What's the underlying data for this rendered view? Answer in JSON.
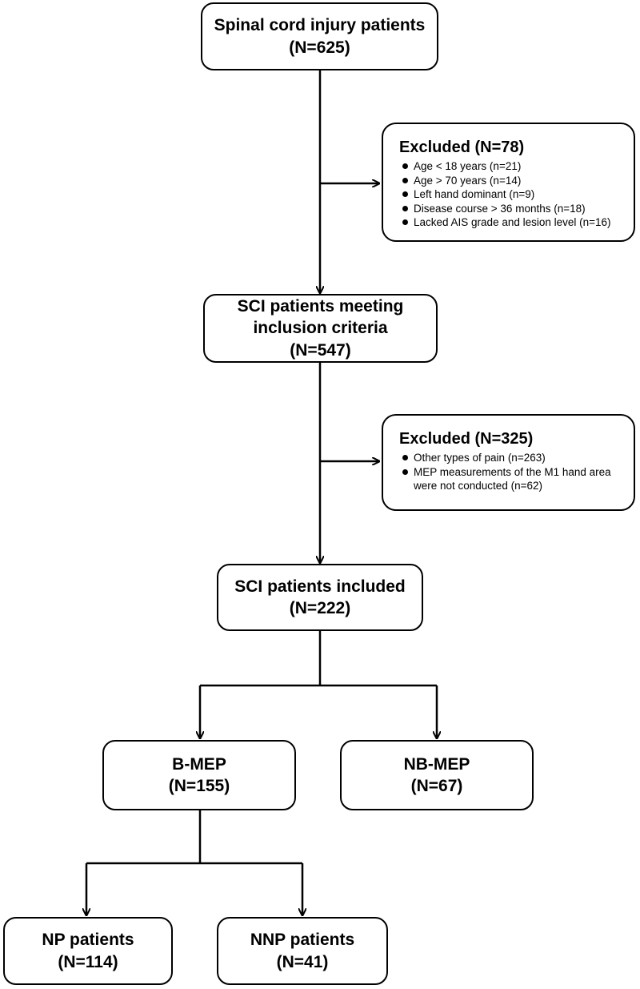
{
  "nodes": {
    "spinal": {
      "label": "Spinal cord injury patients",
      "count": "(N=625)"
    },
    "meeting": {
      "label_line1": "SCI patients meeting",
      "label_line2": "inclusion criteria",
      "count": "(N=547)"
    },
    "included": {
      "label": "SCI patients included",
      "count": "(N=222)"
    },
    "bmep": {
      "label": "B-MEP",
      "count": "(N=155)"
    },
    "nbmep": {
      "label": "NB-MEP",
      "count": "(N=67)"
    },
    "np": {
      "label": "NP patients",
      "count": "(N=114)"
    },
    "nnp": {
      "label": "NNP patients",
      "count": "(N=41)"
    }
  },
  "exclusions": [
    {
      "title": "Excluded (N=78)",
      "items": [
        "Age  < 18 years (n=21)",
        "Age  > 70  years (n=14)",
        "Left hand dominant (n=9)",
        "Disease course  >  36 months (n=18)",
        "Lacked AIS grade and lesion level (n=16)"
      ]
    },
    {
      "title": "Excluded (N=325)",
      "items": [
        "Other types of pain (n=263)",
        "MEP measurements of the M1 hand area were not conducted (n=62)"
      ]
    }
  ]
}
